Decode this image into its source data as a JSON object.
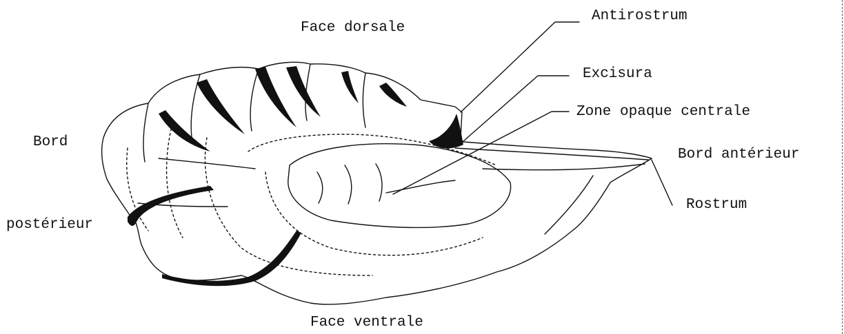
{
  "labels": {
    "face_dorsale": "Face dorsale",
    "antirostrum": "Antirostrum",
    "excisura": "Excisura",
    "zone_opaque_centrale": "Zone opaque centrale",
    "bord": "Bord",
    "bord_anterieur": "Bord antérieur",
    "rostrum": "Rostrum",
    "posterieur": "postérieur",
    "face_ventrale": "Face ventrale"
  },
  "colors": {
    "ink": "#111111",
    "background": "#ffffff"
  }
}
